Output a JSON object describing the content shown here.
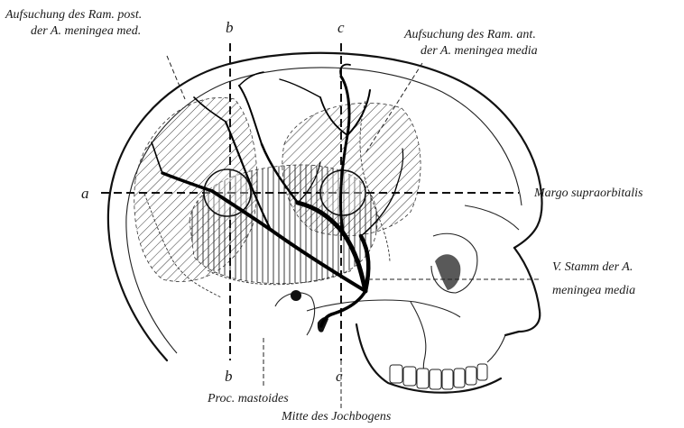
{
  "labels": {
    "ram_post_line1": "Aufsuchung des Ram. post.",
    "ram_post_line2": "der A. meningea med.",
    "ram_ant_line1": "Aufsuchung des Ram. ant.",
    "ram_ant_line2": "der A. meningea media",
    "margo": "Margo supraorbitalis",
    "stamm_line1": "V. Stamm der A.",
    "stamm_line2": "meningea media",
    "proc": "Proc. mastoides",
    "mitte": "Mitte des Jochbogens"
  },
  "line_letters": {
    "a": "a",
    "b_top": "b",
    "b_bottom": "b",
    "c_top": "c",
    "c_bottom": "c"
  }
}
